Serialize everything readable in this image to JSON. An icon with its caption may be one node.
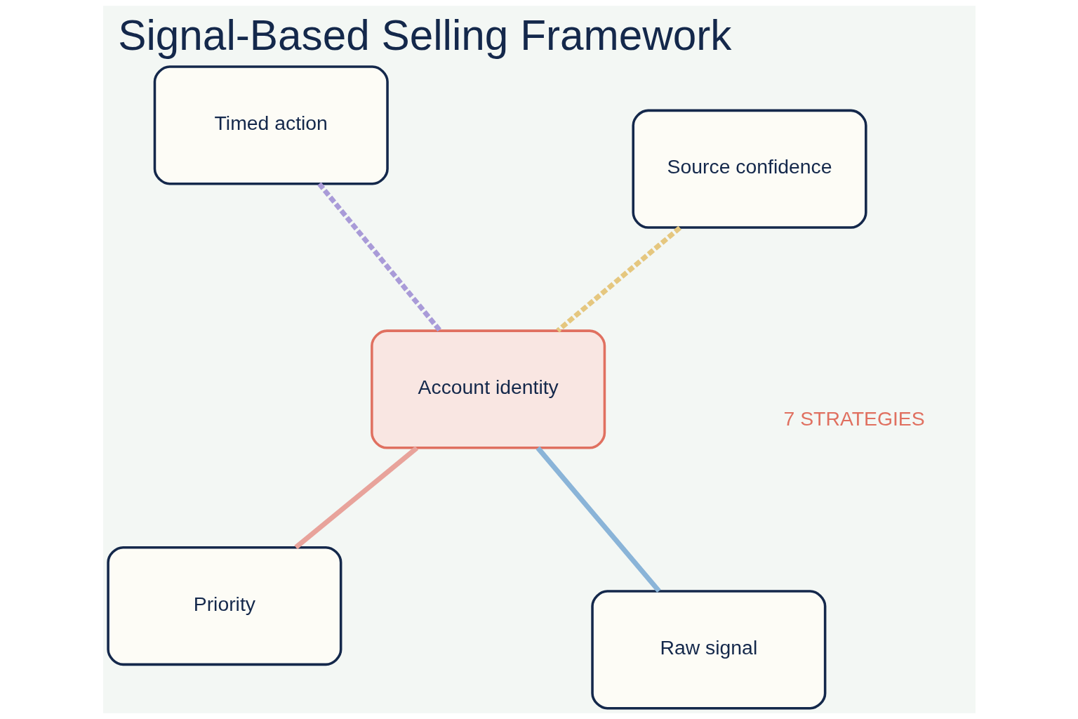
{
  "diagram": {
    "title": "Signal-Based Selling Framework",
    "nodes": [
      {
        "text": [
          "Priority"
        ]
      },
      {
        "text": [
          "Raw signal"
        ]
      },
      {
        "text": [
          "Account identity"
        ]
      },
      {
        "text": [
          "Timed action"
        ]
      },
      {
        "text": [
          "Source confidence"
        ]
      }
    ],
    "edges": [
      {
        "from": 0,
        "to": 2,
        "arrow": "none",
        "color": "#e8a39b"
      },
      {
        "from": 1,
        "to": 2,
        "arrow": "none",
        "color": "#8ab4d8"
      },
      {
        "from": 3,
        "to": 2,
        "arrow": "none",
        "style": "dashed",
        "color": "#a99bd8"
      },
      {
        "from": 4,
        "to": 2,
        "arrow": "none",
        "style": "dashed",
        "color": "#e5c77f"
      }
    ],
    "labels": [
      "7 STRATEGIES"
    ]
  }
}
